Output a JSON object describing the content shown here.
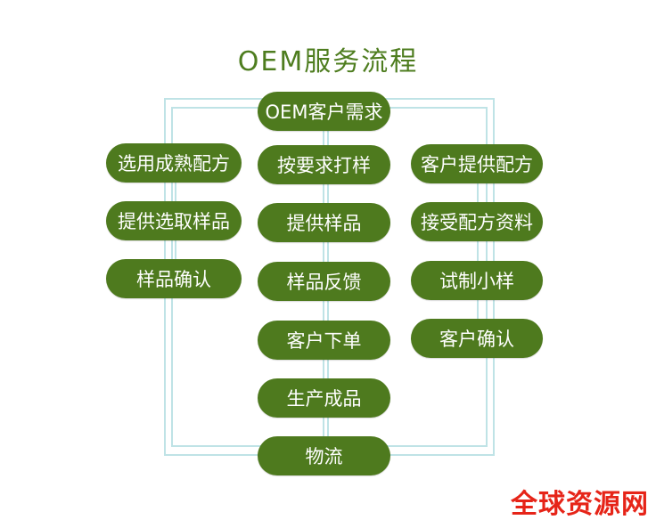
{
  "title": "OEM服务流程",
  "center_column": [
    "OEM客户需求",
    "按要求打样",
    "提供样品",
    "样品反馈",
    "客户下单",
    "生产成品",
    "物流"
  ],
  "left_column": [
    "选用成熟配方",
    "提供选取样品",
    "样品确认"
  ],
  "right_column": [
    "客户提供配方",
    "接受配方资料",
    "试制小样",
    "客户确认"
  ],
  "watermark": "全球资源网",
  "colors": {
    "pill": "#4e7a1e",
    "title": "#4e7d1f",
    "connector": "#bfe3e6",
    "watermark": "#e62418"
  }
}
